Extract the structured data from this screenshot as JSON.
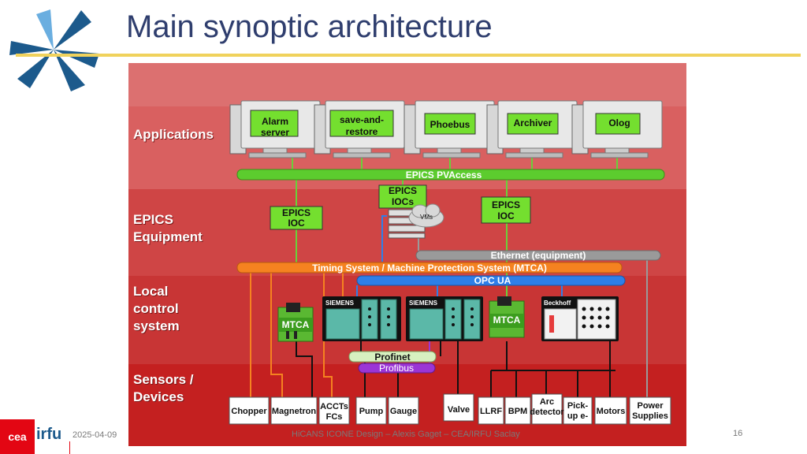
{
  "slide": {
    "title": "Main synoptic architecture",
    "date": "2025-04-09",
    "footer": "HiCANS ICONE Design – Alexis Gaget – CEA/IRFU Saclay",
    "page_number": "16",
    "logos": {
      "cea": "cea",
      "irfu": "irfu"
    }
  },
  "layers": {
    "applications": "Applications",
    "epics_equipment": "EPICS Equipment",
    "local_control": "Local control system",
    "sensors": "Sensors / Devices"
  },
  "applications": [
    "Alarm server",
    "save-and-restore",
    "Phoebus",
    "Archiver",
    "Olog"
  ],
  "buses": {
    "pvaccess": "EPICS PVAccess",
    "ethernet": "Ethernet (equipment)",
    "timing": "Timing System / Machine Protection System (MTCA)",
    "opcua": "OPC UA",
    "profinet": "Profinet",
    "profibus": "Profibus"
  },
  "iocs": {
    "left": "EPICS IOC",
    "center": "EPICS IOCs",
    "right": "EPICS IOC",
    "vms": "VMs"
  },
  "controllers": {
    "mtca_left": "MTCA",
    "siemens_1": "SIEMENS",
    "siemens_2": "SIEMENS",
    "mtca_right": "MTCA",
    "beckhoff": "Beckhoff"
  },
  "devices": [
    "Chopper",
    "Magnetron",
    "ACCTs FCs",
    "Pump",
    "Gauge",
    "Valve",
    "LLRF",
    "BPM",
    "Arc detector",
    "Pick-up e-",
    "Motors",
    "Power Supplies"
  ],
  "colors": {
    "band_applications": "#d96060",
    "band_epics": "#cf4545",
    "band_local": "#c83535",
    "band_sensors": "#c42020",
    "pvaccess": "#5ccc2e",
    "ethernet": "#9a9a9a",
    "timing": "#f58220",
    "opcua": "#2e7fe8",
    "profinet": "#d7f0c0",
    "profibus": "#9b35d6",
    "title": "#2f3e6e",
    "rule": "#f0d25c"
  }
}
